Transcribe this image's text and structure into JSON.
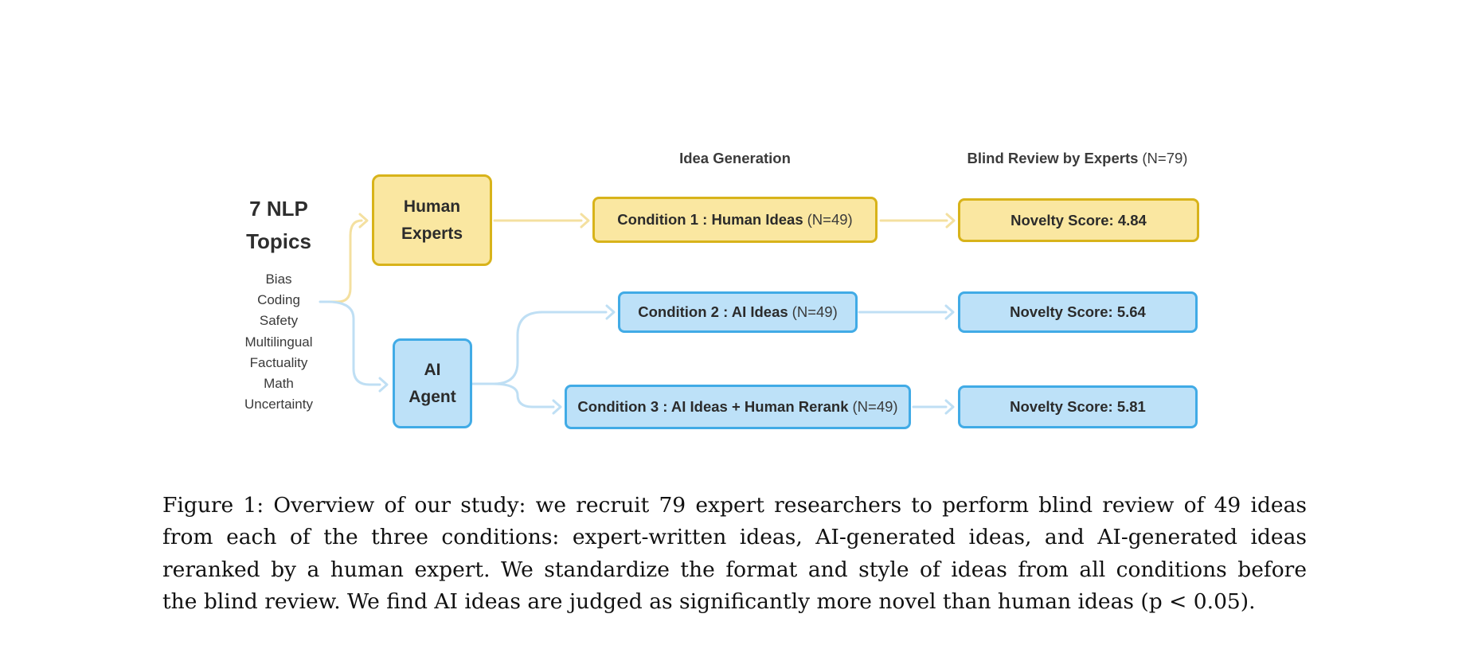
{
  "figure": {
    "columns": {
      "idea_generation_header": "Idea Generation",
      "blind_review_header": "Blind Review by Experts",
      "blind_review_n": "(N=79)"
    },
    "topics": {
      "title_line1": "7 NLP",
      "title_line2": "Topics",
      "items": [
        "Bias",
        "Coding",
        "Safety",
        "Multilingual",
        "Factuality",
        "Math",
        "Uncertainty"
      ]
    },
    "generators": {
      "human": {
        "line1": "Human",
        "line2": "Experts"
      },
      "ai": {
        "line1": "AI",
        "line2": "Agent"
      }
    },
    "conditions": [
      {
        "label": "Condition 1 : Human Ideas",
        "n": "(N=49)"
      },
      {
        "label": "Condition 2 : AI Ideas",
        "n": "(N=49)"
      },
      {
        "label": "Condition 3 : AI Ideas + Human Rerank",
        "n": "(N=49)"
      }
    ],
    "reviews": [
      {
        "label": "Novelty Score: 4.84"
      },
      {
        "label": "Novelty Score: 5.64"
      },
      {
        "label": "Novelty Score: 5.81"
      }
    ],
    "colors": {
      "yellow_fill": "#FAE7A1",
      "yellow_border": "#D8B31A",
      "blue_fill": "#BDE1F8",
      "blue_border": "#41ABE6",
      "arrow_yellow": "#F4E0A0",
      "arrow_blue": "#BFDFF4",
      "text": "#2E2E2E"
    }
  },
  "caption": {
    "lines": [
      "Figure 1: Overview of our study: we recruit 79 expert researchers to perform blind review of 49 ideas",
      "from each of the three conditions: expert-written ideas, AI-generated ideas, and AI-generated ideas",
      "reranked by a human expert. We standardize the format and style of ideas from all conditions before",
      "the blind review. We find AI ideas are judged as significantly more novel than human ideas (p < 0.05)."
    ]
  }
}
